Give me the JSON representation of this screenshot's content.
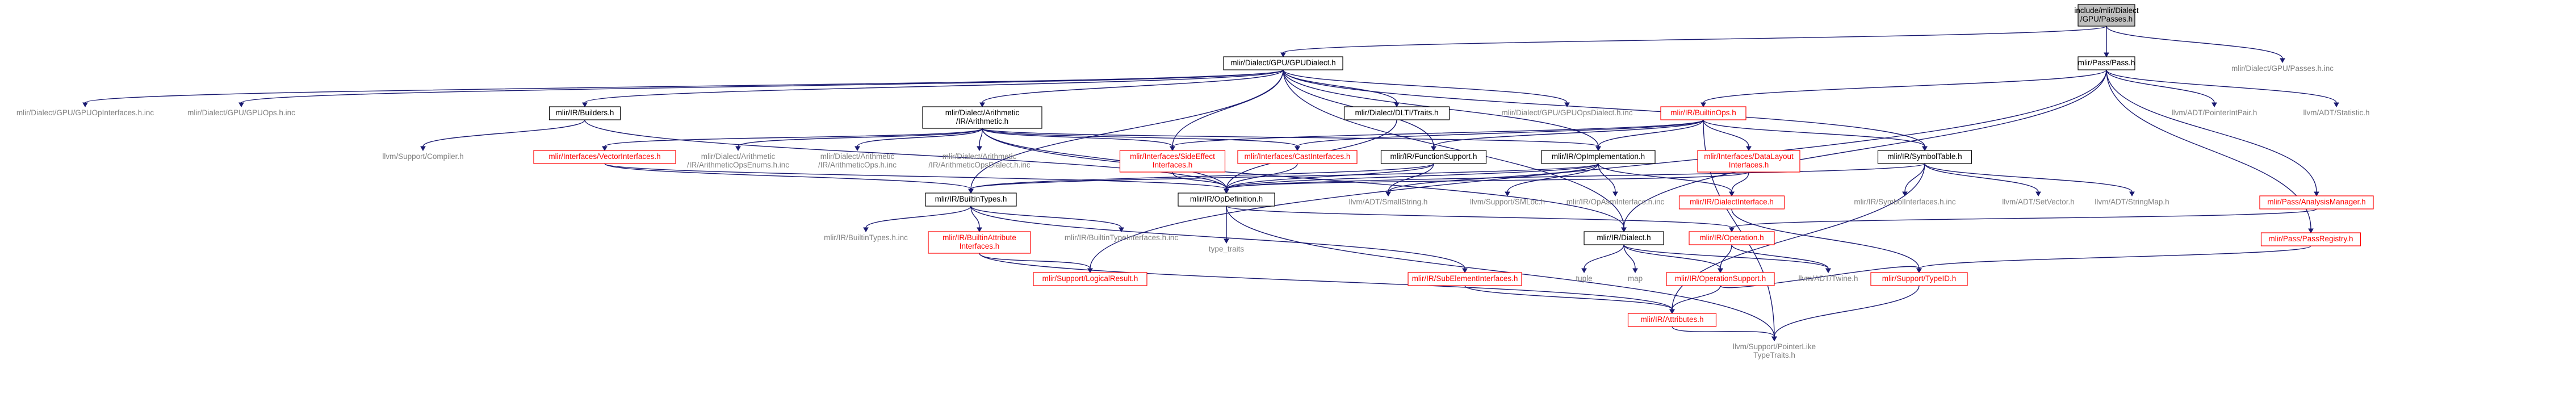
{
  "colors": {
    "edge": "#191970",
    "root_fill": "#bfbfbf",
    "black_border": "#000000",
    "red_border": "#ff0000",
    "gray_text": "#808080"
  },
  "nodes": [
    {
      "id": "root",
      "style": "root",
      "lines": [
        "include/mlir/Dialect",
        "/GPU/Passes.h"
      ]
    },
    {
      "id": "gpudialect",
      "style": "black",
      "lines": [
        "mlir/Dialect/GPU/GPUDialect.h"
      ]
    },
    {
      "id": "passpass",
      "style": "black",
      "lines": [
        "mlir/Pass/Pass.h"
      ]
    },
    {
      "id": "gpupassesinc",
      "style": "gray",
      "lines": [
        "mlir/Dialect/GPU/Passes.h.inc"
      ]
    },
    {
      "id": "gpuopinterfaces",
      "style": "gray",
      "lines": [
        "mlir/Dialect/GPU/GPUOpInterfaces.h.inc"
      ]
    },
    {
      "id": "gpuops",
      "style": "gray",
      "lines": [
        "mlir/Dialect/GPU/GPUOps.h.inc"
      ]
    },
    {
      "id": "builders",
      "style": "black",
      "lines": [
        "mlir/IR/Builders.h"
      ]
    },
    {
      "id": "arith",
      "style": "black",
      "lines": [
        "mlir/Dialect/Arithmetic",
        "/IR/Arithmetic.h"
      ]
    },
    {
      "id": "dlti",
      "style": "black",
      "lines": [
        "mlir/Dialect/DLTI/Traits.h"
      ]
    },
    {
      "id": "gpuopsdialect",
      "style": "gray",
      "lines": [
        "mlir/Dialect/GPU/GPUOpsDialect.h.inc"
      ]
    },
    {
      "id": "builtinops",
      "style": "red",
      "lines": [
        "mlir/IR/BuiltinOps.h"
      ]
    },
    {
      "id": "pointerintpair",
      "style": "gray",
      "lines": [
        "llvm/ADT/PointerIntPair.h"
      ]
    },
    {
      "id": "statistic",
      "style": "gray",
      "lines": [
        "llvm/ADT/Statistic.h"
      ]
    },
    {
      "id": "compiler",
      "style": "gray",
      "lines": [
        "llvm/Support/Compiler.h"
      ]
    },
    {
      "id": "vectorinterfaces",
      "style": "red",
      "lines": [
        "mlir/Interfaces/VectorInterfaces.h"
      ]
    },
    {
      "id": "arithenums",
      "style": "gray",
      "lines": [
        "mlir/Dialect/Arithmetic",
        "/IR/ArithmeticOpsEnums.h.inc"
      ]
    },
    {
      "id": "arithops",
      "style": "gray",
      "lines": [
        "mlir/Dialect/Arithmetic",
        "/IR/ArithmeticOps.h.inc"
      ]
    },
    {
      "id": "arithopsdialect",
      "style": "gray",
      "lines": [
        "mlir/Dialect/Arithmetic",
        "/IR/ArithmeticOpsDialect.h.inc"
      ]
    },
    {
      "id": "sideeffect",
      "style": "red",
      "lines": [
        "mlir/Interfaces/SideEffect",
        "Interfaces.h"
      ]
    },
    {
      "id": "castinterfaces",
      "style": "red",
      "lines": [
        "mlir/Interfaces/CastInterfaces.h"
      ]
    },
    {
      "id": "functionsupport",
      "style": "black",
      "lines": [
        "mlir/IR/FunctionSupport.h"
      ]
    },
    {
      "id": "opimpl",
      "style": "black",
      "lines": [
        "mlir/IR/OpImplementation.h"
      ]
    },
    {
      "id": "datalayout",
      "style": "red",
      "lines": [
        "mlir/Interfaces/DataLayout",
        "Interfaces.h"
      ]
    },
    {
      "id": "symboltable",
      "style": "black",
      "lines": [
        "mlir/IR/SymbolTable.h"
      ]
    },
    {
      "id": "builtintypes",
      "style": "black",
      "lines": [
        "mlir/IR/BuiltinTypes.h"
      ]
    },
    {
      "id": "opdefinition",
      "style": "black",
      "lines": [
        "mlir/IR/OpDefinition.h"
      ]
    },
    {
      "id": "smallstring",
      "style": "gray",
      "lines": [
        "llvm/ADT/SmallString.h"
      ]
    },
    {
      "id": "smloc",
      "style": "gray",
      "lines": [
        "llvm/Support/SMLoc.h"
      ]
    },
    {
      "id": "opasminterface",
      "style": "gray",
      "lines": [
        "mlir/IR/OpAsmInterface.h.inc"
      ]
    },
    {
      "id": "dialectinterface",
      "style": "red",
      "lines": [
        "mlir/IR/DialectInterface.h"
      ]
    },
    {
      "id": "symbolinterfaces",
      "style": "gray",
      "lines": [
        "mlir/IR/SymbolInterfaces.h.inc"
      ]
    },
    {
      "id": "setvector",
      "style": "gray",
      "lines": [
        "llvm/ADT/SetVector.h"
      ]
    },
    {
      "id": "stringmap",
      "style": "gray",
      "lines": [
        "llvm/ADT/StringMap.h"
      ]
    },
    {
      "id": "analysismanager",
      "style": "red",
      "lines": [
        "mlir/Pass/AnalysisManager.h"
      ]
    },
    {
      "id": "passregistry",
      "style": "red",
      "lines": [
        "mlir/Pass/PassRegistry.h"
      ]
    },
    {
      "id": "builtintypesinc",
      "style": "gray",
      "lines": [
        "mlir/IR/BuiltinTypes.h.inc"
      ]
    },
    {
      "id": "builtinattrinterfaces",
      "style": "red",
      "lines": [
        "mlir/IR/BuiltinAttribute",
        "Interfaces.h"
      ]
    },
    {
      "id": "builtintypeinterfaces",
      "style": "gray",
      "lines": [
        "mlir/IR/BuiltinTypeInterfaces.h.inc"
      ]
    },
    {
      "id": "typetraits",
      "style": "gray",
      "lines": [
        "type_traits"
      ]
    },
    {
      "id": "dialect",
      "style": "black",
      "lines": [
        "mlir/IR/Dialect.h"
      ]
    },
    {
      "id": "operation",
      "style": "red",
      "lines": [
        "mlir/IR/Operation.h"
      ]
    },
    {
      "id": "logicalresult",
      "style": "red",
      "lines": [
        "mlir/Support/LogicalResult.h"
      ]
    },
    {
      "id": "subelement",
      "style": "red",
      "lines": [
        "mlir/IR/SubElementInterfaces.h"
      ]
    },
    {
      "id": "tuple",
      "style": "gray",
      "lines": [
        "tuple"
      ]
    },
    {
      "id": "map",
      "style": "gray",
      "lines": [
        "map"
      ]
    },
    {
      "id": "opsupport",
      "style": "red",
      "lines": [
        "mlir/IR/OperationSupport.h"
      ]
    },
    {
      "id": "twine",
      "style": "gray",
      "lines": [
        "llvm/ADT/Twine.h"
      ]
    },
    {
      "id": "typeid",
      "style": "red",
      "lines": [
        "mlir/Support/TypeID.h"
      ]
    },
    {
      "id": "attributes",
      "style": "red",
      "lines": [
        "mlir/IR/Attributes.h"
      ]
    },
    {
      "id": "pointerliketypetraits",
      "style": "gray",
      "lines": [
        "llvm/Support/PointerLike",
        "TypeTraits.h"
      ]
    }
  ],
  "edges": [
    [
      "root",
      "gpudialect"
    ],
    [
      "root",
      "passpass"
    ],
    [
      "root",
      "gpupassesinc"
    ],
    [
      "gpudialect",
      "gpuopinterfaces"
    ],
    [
      "gpudialect",
      "gpuops"
    ],
    [
      "gpudialect",
      "builders"
    ],
    [
      "gpudialect",
      "arith"
    ],
    [
      "gpudialect",
      "dlti"
    ],
    [
      "gpudialect",
      "gpuopsdialect"
    ],
    [
      "gpudialect",
      "functionsupport"
    ],
    [
      "gpudialect",
      "opimpl"
    ],
    [
      "gpudialect",
      "symboltable"
    ],
    [
      "gpudialect",
      "builtintypes"
    ],
    [
      "gpudialect",
      "sideeffect"
    ],
    [
      "gpudialect",
      "dialect"
    ],
    [
      "passpass",
      "builtinops"
    ],
    [
      "passpass",
      "pointerintpair"
    ],
    [
      "passpass",
      "statistic"
    ],
    [
      "passpass",
      "analysismanager"
    ],
    [
      "passpass",
      "passregistry"
    ],
    [
      "passpass",
      "dialect"
    ],
    [
      "passpass",
      "logicalresult"
    ],
    [
      "builders",
      "compiler"
    ],
    [
      "builders",
      "opdefinition"
    ],
    [
      "arith",
      "vectorinterfaces"
    ],
    [
      "arith",
      "arithenums"
    ],
    [
      "arith",
      "arithops"
    ],
    [
      "arith",
      "arithopsdialect"
    ],
    [
      "arith",
      "sideeffect"
    ],
    [
      "arith",
      "castinterfaces"
    ],
    [
      "arith",
      "opimpl"
    ],
    [
      "arith",
      "opdefinition"
    ],
    [
      "arith",
      "dialect"
    ],
    [
      "dlti",
      "opdefinition"
    ],
    [
      "builtinops",
      "functionsupport"
    ],
    [
      "builtinops",
      "opimpl"
    ],
    [
      "builtinops",
      "datalayout"
    ],
    [
      "builtinops",
      "symboltable"
    ],
    [
      "builtinops",
      "castinterfaces"
    ],
    [
      "builtinops",
      "sideeffect"
    ],
    [
      "builtinops",
      "pointerliketypetraits"
    ],
    [
      "vectorinterfaces",
      "builtintypes"
    ],
    [
      "vectorinterfaces",
      "opdefinition"
    ],
    [
      "sideeffect",
      "opdefinition"
    ],
    [
      "castinterfaces",
      "opdefinition"
    ],
    [
      "functionsupport",
      "builtintypes"
    ],
    [
      "functionsupport",
      "opdefinition"
    ],
    [
      "functionsupport",
      "smallstring"
    ],
    [
      "opimpl",
      "builtintypes"
    ],
    [
      "opimpl",
      "opdefinition"
    ],
    [
      "opimpl",
      "smallstring"
    ],
    [
      "opimpl",
      "smloc"
    ],
    [
      "opimpl",
      "opasminterface"
    ],
    [
      "opimpl",
      "dialectinterface"
    ],
    [
      "datalayout",
      "opdefinition"
    ],
    [
      "datalayout",
      "dialectinterface"
    ],
    [
      "symboltable",
      "opdefinition"
    ],
    [
      "symboltable",
      "symbolinterfaces"
    ],
    [
      "symboltable",
      "setvector"
    ],
    [
      "symboltable",
      "stringmap"
    ],
    [
      "symboltable",
      "attributes"
    ],
    [
      "builtintypes",
      "builtintypesinc"
    ],
    [
      "builtintypes",
      "builtinattrinterfaces"
    ],
    [
      "builtintypes",
      "builtintypeinterfaces"
    ],
    [
      "builtintypes",
      "subelement"
    ],
    [
      "opdefinition",
      "typetraits"
    ],
    [
      "opdefinition",
      "operation"
    ],
    [
      "opdefinition",
      "pointerliketypetraits"
    ],
    [
      "dialectinterface",
      "typeid"
    ],
    [
      "analysismanager",
      "operation"
    ],
    [
      "passregistry",
      "typeid"
    ],
    [
      "builtinattrinterfaces",
      "attributes"
    ],
    [
      "builtinattrinterfaces",
      "logicalresult"
    ],
    [
      "dialect",
      "tuple"
    ],
    [
      "dialect",
      "map"
    ],
    [
      "dialect",
      "opsupport"
    ],
    [
      "dialect",
      "twine"
    ],
    [
      "operation",
      "opsupport"
    ],
    [
      "operation",
      "twine"
    ],
    [
      "subelement",
      "attributes"
    ],
    [
      "opsupport",
      "attributes"
    ],
    [
      "opsupport",
      "typeid"
    ],
    [
      "attributes",
      "pointerliketypetraits"
    ],
    [
      "typeid",
      "pointerliketypetraits"
    ]
  ]
}
